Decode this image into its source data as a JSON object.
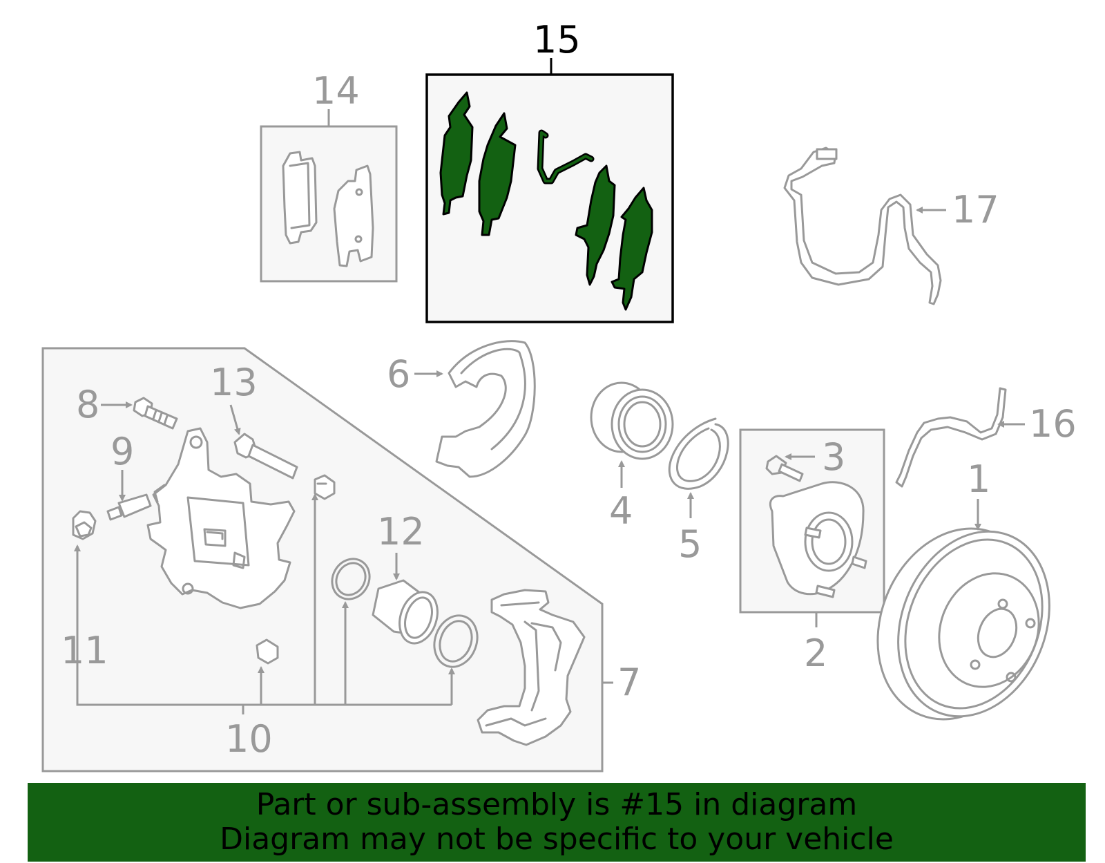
{
  "diagram": {
    "callouts": {
      "c1": "1",
      "c2": "2",
      "c3": "3",
      "c4": "4",
      "c5": "5",
      "c6": "6",
      "c7": "7",
      "c8": "8",
      "c9": "9",
      "c10": "10",
      "c11": "11",
      "c12": "12",
      "c13": "13",
      "c14": "14",
      "c15": "15",
      "c16": "16",
      "c17": "17"
    },
    "highlighted_part": "15",
    "colors": {
      "highlight_fill": "#136112",
      "part_stroke": "#999999",
      "box_fill": "#f7f7f7",
      "highlight_box_stroke": "#000000"
    }
  },
  "banner": {
    "line1": "Part or sub-assembly is #15 in diagram",
    "line2": "Diagram may not be specific to your vehicle"
  }
}
